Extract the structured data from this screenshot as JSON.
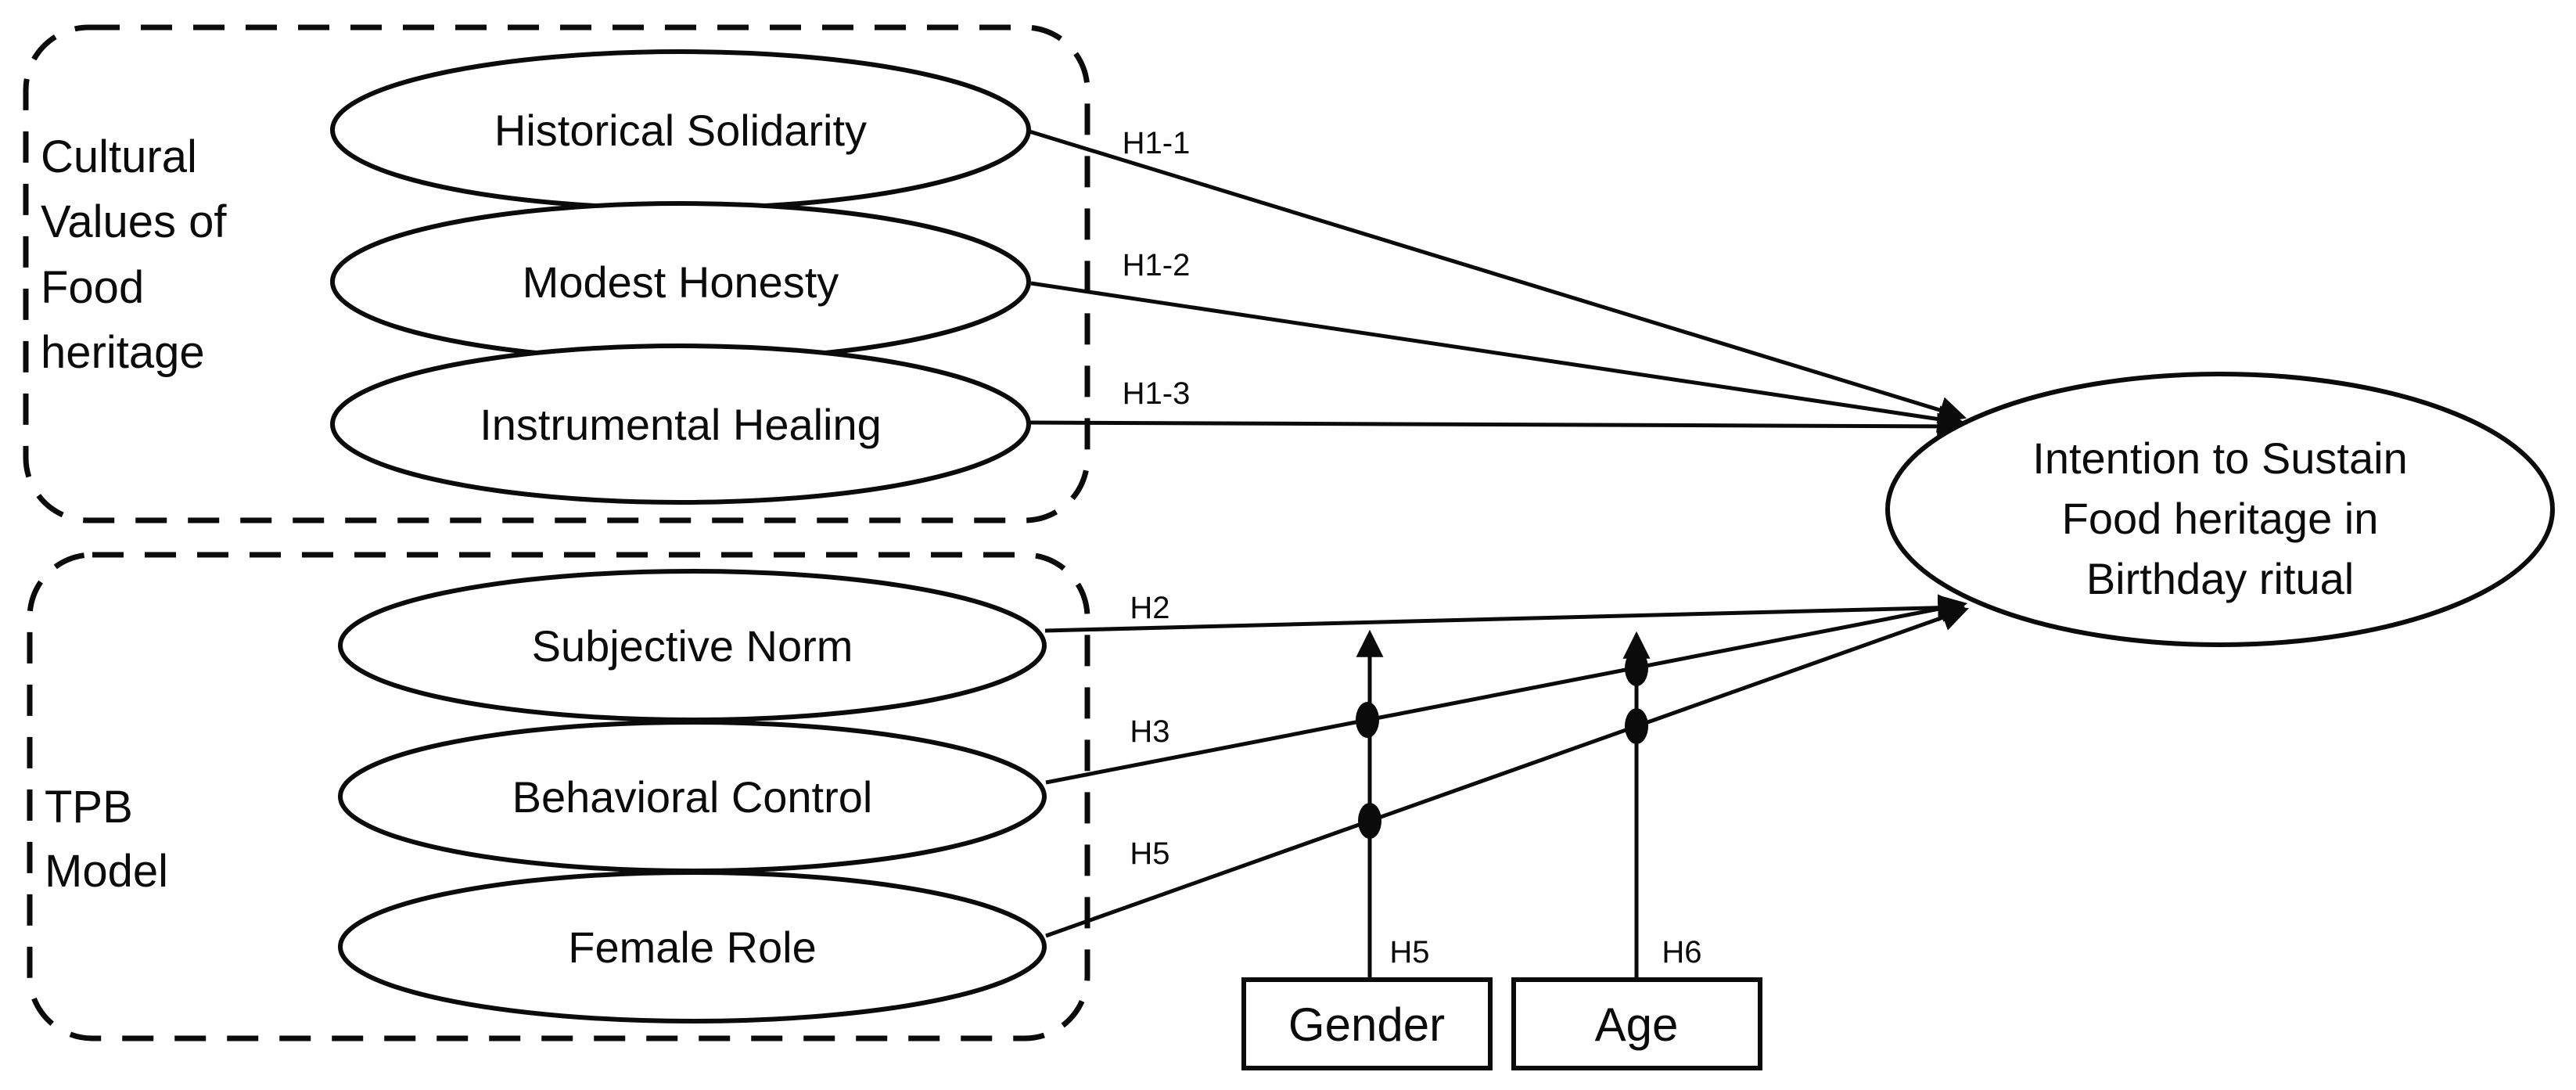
{
  "colors": {
    "background": "#ffffff",
    "ink": "#0b0b0b"
  },
  "groups": {
    "cultural_values": {
      "lines": [
        "Cultural",
        "Values of",
        "Food",
        "heritage"
      ]
    },
    "tpb_model": {
      "lines": [
        "TPB",
        "Model"
      ]
    }
  },
  "nodes": {
    "historical_solidarity": {
      "label": "Historical Solidarity"
    },
    "modest_honesty": {
      "label": "Modest Honesty"
    },
    "instrumental_healing": {
      "label": "Instrumental Healing"
    },
    "subjective_norm": {
      "label": "Subjective Norm"
    },
    "behavioral_control": {
      "label": "Behavioral Control"
    },
    "female_role": {
      "label": "Female Role"
    },
    "intention": {
      "lines": [
        "Intention to Sustain",
        "Food heritage in",
        "Birthday ritual"
      ]
    }
  },
  "moderators": {
    "gender": {
      "label": "Gender"
    },
    "age": {
      "label": "Age"
    }
  },
  "edge_labels": {
    "h1_1": "H1-1",
    "h1_2": "H1-2",
    "h1_3": "H1-3",
    "h2": "H2",
    "h3": "H3",
    "h5": "H5",
    "h5_moderation": "H5",
    "h6_moderation": "H6"
  }
}
